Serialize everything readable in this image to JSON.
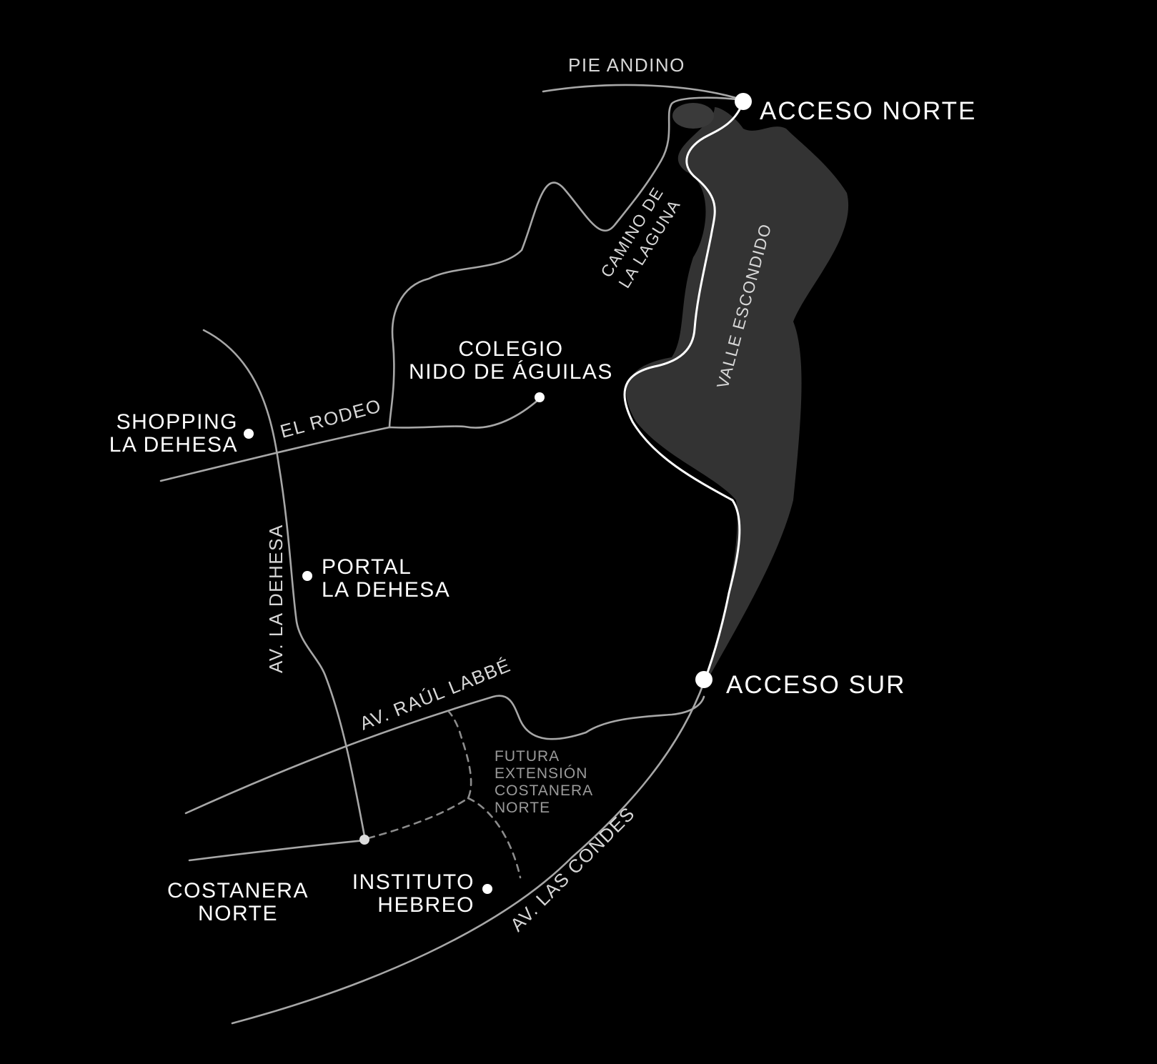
{
  "map": {
    "colors": {
      "background": "#000000",
      "zone_fill": "#333333",
      "road": "#a7a7a7",
      "main_road": "#ffffff",
      "future_road": "#8c8c8c",
      "label": "#ffffff"
    },
    "access_points": {
      "north": "ACCESO NORTE",
      "south": "ACCESO SUR"
    },
    "places": {
      "colegio": [
        "COLEGIO",
        "NIDO DE ÁGUILAS"
      ],
      "shopping": [
        "SHOPPING",
        "LA DEHESA"
      ],
      "portal": [
        "PORTAL",
        "LA DEHESA"
      ],
      "costanera": [
        "COSTANERA",
        "NORTE"
      ],
      "instituto": [
        "INSTITUTO",
        "HEBREO"
      ]
    },
    "roads": {
      "pie_andino": "PIE ANDINO",
      "camino_laguna": [
        "CAMINO DE",
        "LA LAGUNA"
      ],
      "valle_escondido": "VALLE ESCONDIDO",
      "el_rodeo": "EL RODEO",
      "av_la_dehesa": "AV. LA DEHESA",
      "av_raul_labbe": "AV. RAÚL LABBÉ",
      "av_las_condes": "AV. LAS CONDES",
      "futura_extension": [
        "FUTURA",
        "EXTENSIÓN",
        "COSTANERA",
        "NORTE"
      ]
    }
  }
}
